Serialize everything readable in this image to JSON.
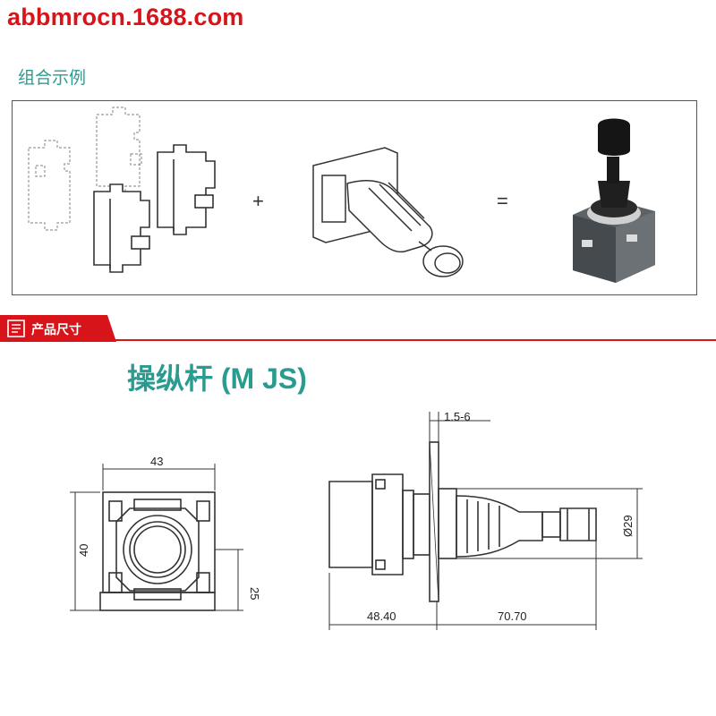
{
  "watermark": "abbmrocn.1688.com",
  "combo_section": {
    "label": "组合示例",
    "plus": "+",
    "equals": "="
  },
  "dimensions_section": {
    "banner_label": "产品尺寸",
    "product_title": "操纵杆 (M JS)",
    "front_view": {
      "width": "43",
      "height": "40",
      "offset": "25"
    },
    "side_view": {
      "panel": "1.5-6",
      "rear_depth": "48.40",
      "front_depth": "70.70",
      "diameter": "Ø29"
    }
  },
  "colors": {
    "brand_red": "#d8141b",
    "teal": "#2a9b8f",
    "line": "#333333"
  }
}
